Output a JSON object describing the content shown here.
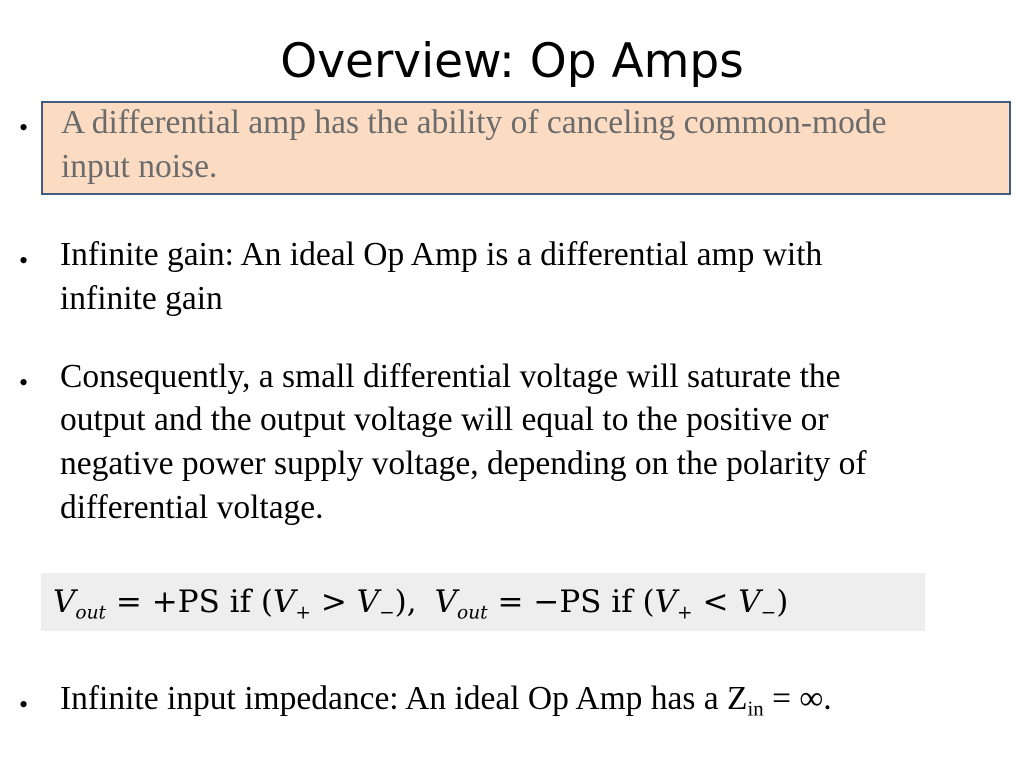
{
  "title": "Overview: Op Amps",
  "bullet_char": "•",
  "bullets": [
    {
      "lines": [
        "A differential amp has the ability of canceling common-mode",
        "input noise."
      ]
    },
    {
      "lines": [
        "Infinite gain: An ideal Op Amp is a differential amp with",
        "infinite gain"
      ]
    },
    {
      "lines": [
        "Consequently, a small differential voltage will saturate the",
        "output and the output voltage will equal to the positive or",
        "negative power supply voltage, depending on the polarity of",
        "differential voltage."
      ]
    },
    {
      "prefix": "Infinite input impedance: An ideal Op Amp has a Z",
      "subscript": "in",
      "suffix": " = ∞."
    }
  ],
  "formula": {
    "V": "V",
    "out": "out",
    "plus": "+",
    "minus": "−",
    "eq_pos": " = +PS if (",
    "eq_neg": " = −PS if (",
    "gt": " > ",
    "lt": " < ",
    "close_comma": "),",
    "close": ")"
  },
  "colors": {
    "highlight_fill": "#fbdcc3",
    "highlight_border": "#3f5b82",
    "formula_background": "#eeeeee"
  }
}
